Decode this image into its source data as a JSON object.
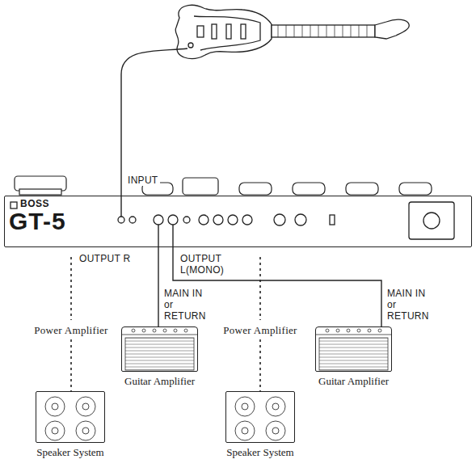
{
  "diagram": {
    "nodes": [
      {
        "text": [
          "BOSS",
          "GT-5"
        ]
      },
      {
        "text": [
          "Guitar Amplifier"
        ]
      },
      {
        "text": [
          "Guitar Amplifier"
        ]
      },
      {
        "text": [
          "Speaker System"
        ]
      },
      {
        "text": [
          "Speaker System"
        ]
      }
    ],
    "edges": [
      {
        "from": 0,
        "to": 1,
        "arrow": "none",
        "label": "MAIN IN or RETURN"
      },
      {
        "from": 0,
        "to": 2,
        "arrow": "none",
        "label": "MAIN IN or RETURN"
      }
    ],
    "labels": [
      "INPUT",
      "OUTPUT R",
      "OUTPUT L(MONO)",
      "Power Amplifier",
      "Power Amplifier"
    ]
  }
}
